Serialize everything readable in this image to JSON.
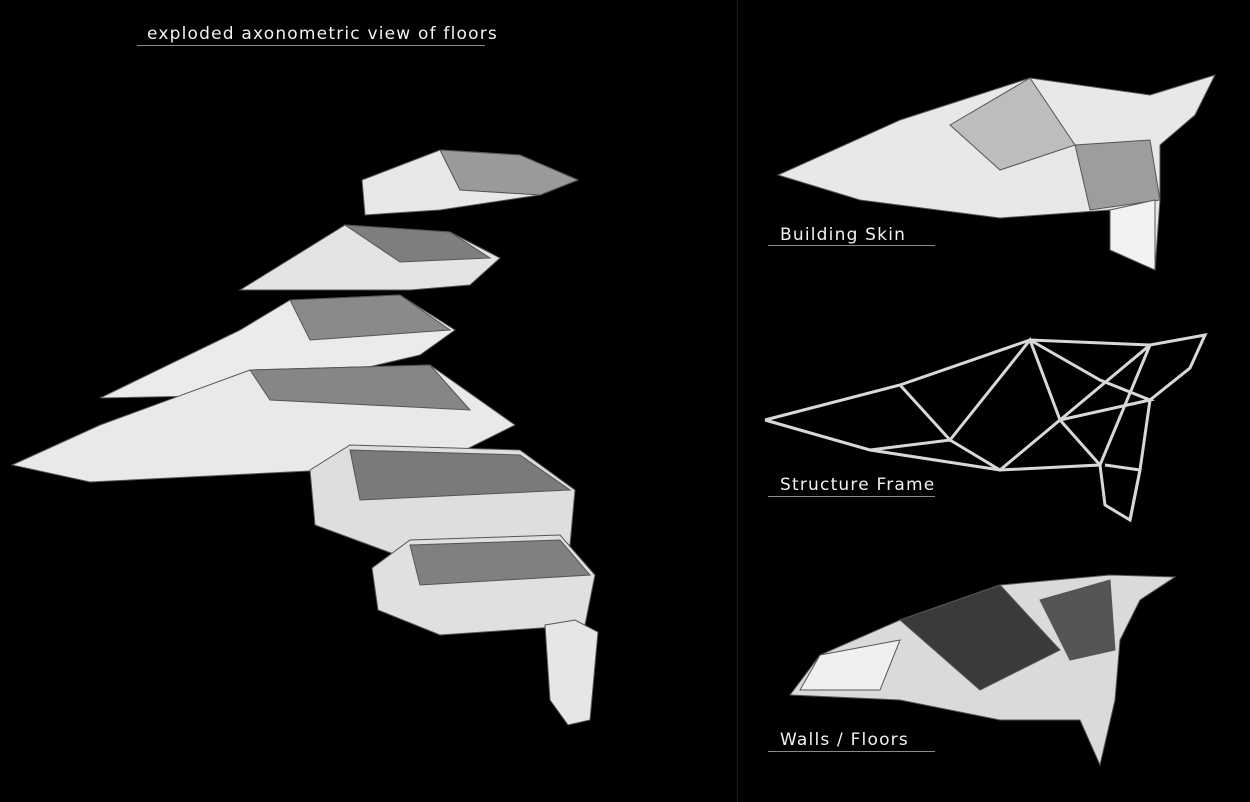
{
  "title": "exploded axonometric view of floors",
  "views": [
    {
      "label": "Building Skin"
    },
    {
      "label": "Structure Frame"
    },
    {
      "label": "Walls / Floors"
    }
  ],
  "colors": {
    "background": "#000000",
    "surface": "#e6e6e6",
    "shadow": "#8c8c8c",
    "text": "#f2f2f2"
  }
}
